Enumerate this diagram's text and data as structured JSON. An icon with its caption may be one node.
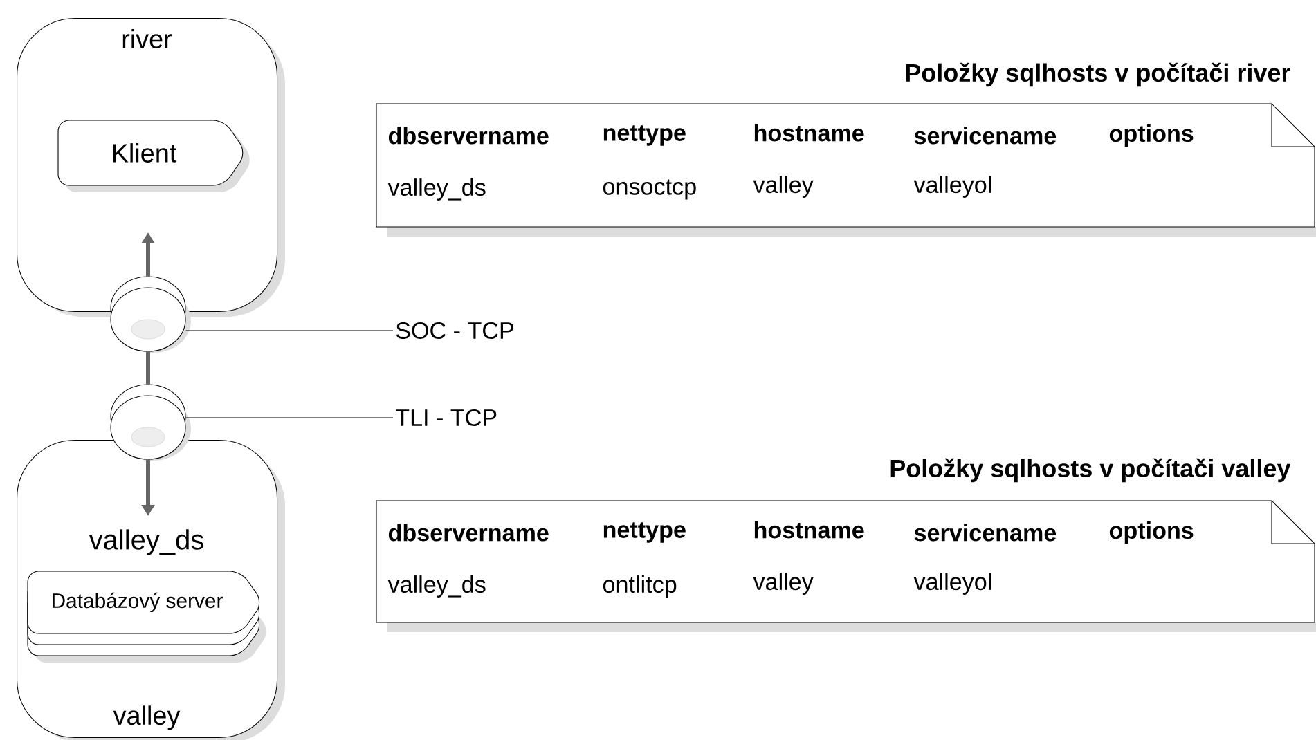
{
  "diagram": {
    "nodes": [
      {
        "text": [
          "river"
        ]
      },
      {
        "text": [
          "Klient"
        ],
        "in": 0
      },
      {
        "text": [],
        "shape": "cylinder"
      },
      {
        "text": [],
        "shape": "cylinder"
      },
      {
        "text": [
          "valley_ds",
          "valley"
        ]
      },
      {
        "text": [
          "Databázový server"
        ],
        "in": 4
      },
      {
        "text": [
          "SOC - TCP"
        ]
      },
      {
        "text": [
          "TLI - TCP"
        ]
      },
      {
        "text": [
          "Položky sqlhosts v počítači river"
        ]
      },
      {
        "text": [
          "Položky sqlhosts v počítači valley"
        ]
      }
    ],
    "edges": [
      {
        "from": 2,
        "to": null,
        "arrow": "to",
        "color": "#666666"
      },
      {
        "from": 2,
        "to": 3,
        "arrow": "none",
        "color": "#666666"
      },
      {
        "from": 3,
        "to": null,
        "arrow": "to",
        "color": "#666666"
      },
      {
        "from": 6,
        "to": 2,
        "arrow": "none",
        "color": "#000000"
      },
      {
        "from": 7,
        "to": 3,
        "arrow": "none",
        "color": "#000000"
      }
    ],
    "labels": [
      "dbservername",
      "nettype",
      "hostname",
      "servicename",
      "options",
      "valley_ds",
      "onsoctcp",
      "valley",
      "valleyol",
      "dbservername",
      "nettype",
      "hostname",
      "servicename",
      "options",
      "valley_ds",
      "ontlitcp",
      "valley",
      "valleyol"
    ]
  }
}
